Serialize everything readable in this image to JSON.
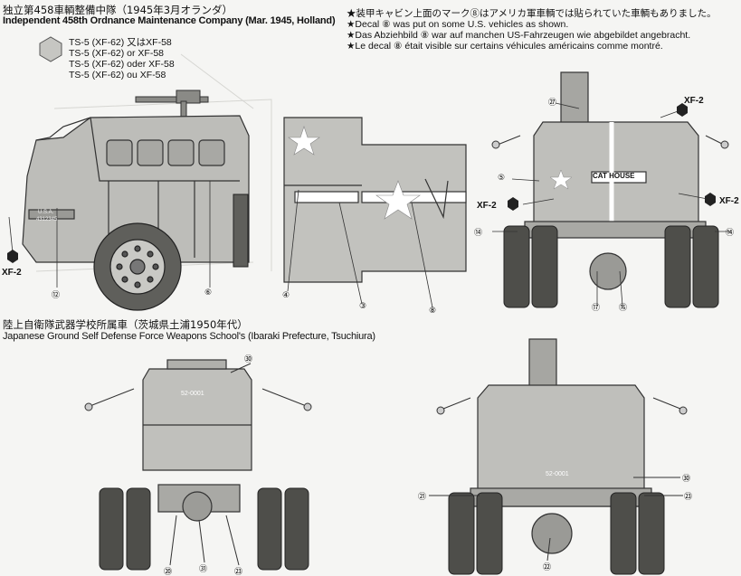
{
  "section_1945": {
    "title_jp": "独立第458車輌整備中隊（1945年3月オランダ）",
    "title_en": "Independent 458th Ordnance Maintenance Company (Mar. 1945, Holland)"
  },
  "paint_legend": {
    "lines": [
      "TS-5 (XF-62) 又はXF-58",
      "TS-5 (XF-62) or XF-58",
      "TS-5 (XF-62) oder XF-58",
      "TS-5 (XF-62) ou XF-58"
    ]
  },
  "decal_note": {
    "lines": [
      "★装甲キャビン上面のマーク⑧はアメリカ軍車輌では貼られていた車輌もありました。",
      "★Decal ⑧ was put on some U.S. vehicles as shown.",
      "★Das Abziehbild ⑧ war auf manchen US-Fahrzeugen wie abgebildet angebracht.",
      "★Le decal ⑧ était visible sur certains véhicules américains comme montré."
    ]
  },
  "section_jgsdf": {
    "title_jp": "陸上自衛隊武器学校所属車（茨城県土浦1950年代）",
    "title_en": "Japanese Ground Self Defense Force Weapons School's (Ibaraki Prefecture, Tsuchiura)"
  },
  "side_view": {
    "hood_marking_1": "U.S.A.",
    "hood_marking_2": "4312345",
    "callouts": [
      "⑫",
      "⑥",
      "④",
      "③",
      "⑧"
    ],
    "paint_code": "XF-2"
  },
  "rear_view_1945": {
    "sign_text": "CAT HOUSE",
    "callouts": [
      "㉗",
      "⑤",
      "⑭",
      "⑭",
      "⑰",
      "⑯"
    ],
    "paint_codes": [
      "XF-2",
      "XF-2",
      "XF-2"
    ]
  },
  "front_view_jgsdf": {
    "plate_text": "52-0001",
    "callouts": [
      "㉚",
      "⑳",
      "㉛",
      "㉓"
    ]
  },
  "rear_view_jgsdf": {
    "plate_text": "52-0001",
    "callouts": [
      "㉚",
      "㉑",
      "㉓",
      "㉒"
    ]
  }
}
